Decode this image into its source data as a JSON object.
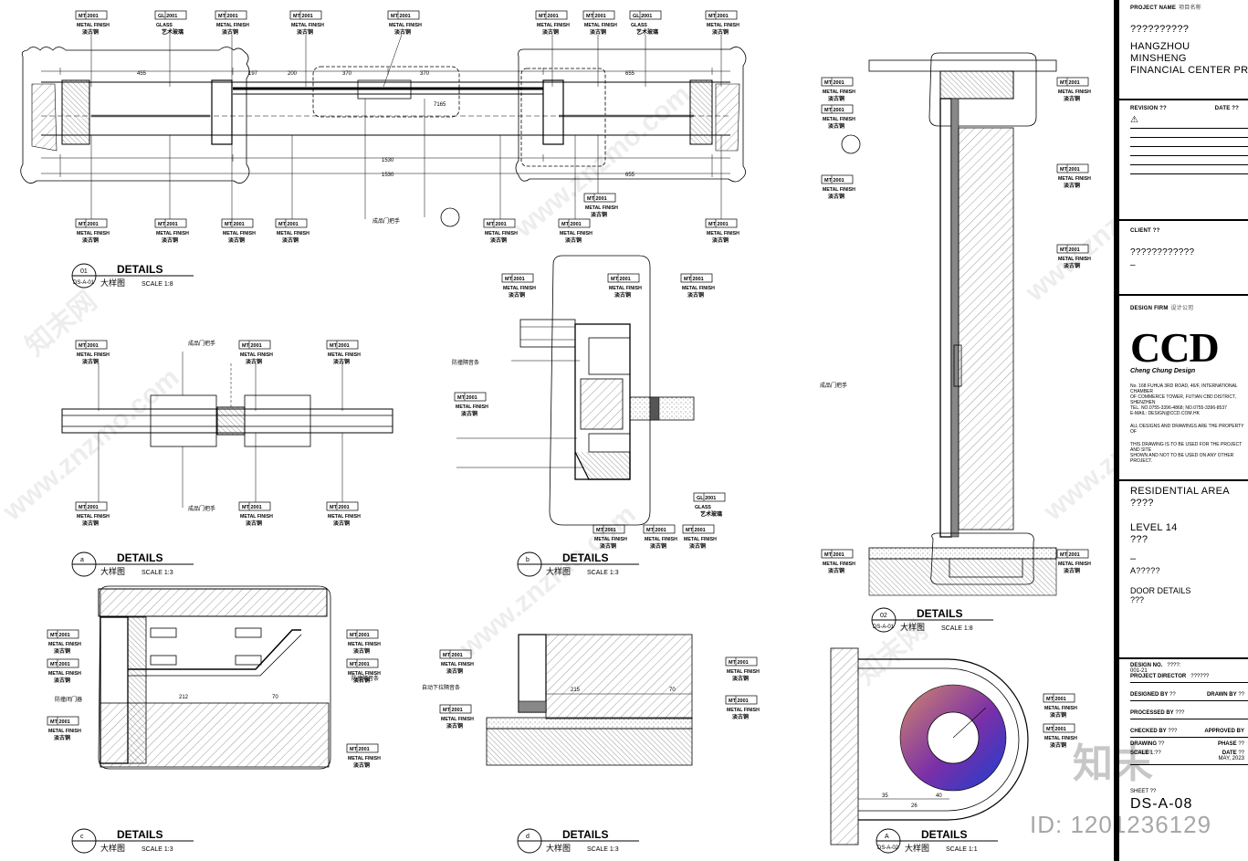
{
  "details": [
    {
      "marker": "01",
      "ref": "DS-A-01",
      "title": "DETAILS",
      "cn": "大样图",
      "scale": "SCALE  1:8"
    },
    {
      "marker": "a",
      "ref": "",
      "title": "DETAILS",
      "cn": "大样图",
      "scale": "SCALE  1:3"
    },
    {
      "marker": "b",
      "ref": "",
      "title": "DETAILS",
      "cn": "大样图",
      "scale": "SCALE  1:3"
    },
    {
      "marker": "c",
      "ref": "",
      "title": "DETAILS",
      "cn": "大样图",
      "scale": "SCALE  1:3"
    },
    {
      "marker": "d",
      "ref": "",
      "title": "DETAILS",
      "cn": "大样图",
      "scale": "SCALE  1:3"
    },
    {
      "marker": "02",
      "ref": "DS-A-01",
      "title": "DETAILS",
      "cn": "大样图",
      "scale": "SCALE  1:8"
    },
    {
      "marker": "A",
      "ref": "DS-A-02",
      "title": "DETAILS",
      "cn": "大样图",
      "scale": "SCALE  1:1"
    }
  ],
  "tags": {
    "mt_code": "MT 2001",
    "mt_name": "METAL FINISH",
    "mt_cn": "淡古铜",
    "gl_code": "GL 2001",
    "gl_name": "GLASS",
    "gl_cn": "艺术玻璃"
  },
  "notes": {
    "handle": "成品门把手",
    "seal": "防撞隔音条",
    "auto": "自动下拉隔音条",
    "door_stop": "防撞闭门器"
  },
  "dims": {
    "d1": "455",
    "d2": "370",
    "d3": "1530",
    "d4": "655",
    "d5": "200",
    "d6": "197",
    "d7": "7165",
    "d8": "212",
    "d9": "70",
    "d10": "215",
    "d11": "26",
    "d12": "40",
    "d13": "35"
  },
  "title_block": {
    "project_label": "PROJECT NAME",
    "project_label_cn": "项目名称",
    "project_cn": "??????????",
    "project_en1": "HANGZHOU MINSHENG",
    "project_en2": "FINANCIAL CENTER PROJECT",
    "revision_label": "REVISION ??",
    "date_label": "DATE ??",
    "client_label": "CLIENT ??",
    "client_value": "????????????",
    "client_dash": "–",
    "firm_label": "DESIGN FIRM",
    "firm_label_cn": "设计公司",
    "firm_logo": "CCD",
    "firm_sub": "Cheng Chung Design",
    "firm_addr1": "No. 168 FUHUA 3RD ROAD, 46/F, INTERNATIONAL CHAMBER",
    "firm_addr2": "OF COMMERCE TOWER, FUTIAN CBD DISTRICT, SHENZHEN",
    "firm_tel": "TEL. NO.0755-3396-4868; NO.0755-3396-8537",
    "firm_mail": "E-MAIL: DESIGN@CCD.COM.HK",
    "firm_note1": "ALL DESIGNS AND DRAWINGS ARE THE PROPERTY OF",
    "firm_note2": "THIS DRAWING IS TO BE USED FOR THE PROJECT AND SITE",
    "firm_note3": "SHOWN AND NOT TO BE USED ON ANY OTHER PROJECT.",
    "area_en": "RESIDENTIAL AREA",
    "area_cn": "????",
    "level_en": "LEVEL 14",
    "level_cn": "???",
    "dash": "–",
    "a_code": "A?????",
    "sheet_en": "DOOR DETAILS",
    "sheet_cn": "???",
    "design_no_label": "DESIGN NO.",
    "design_no": "????:",
    "design_no2": "001-21",
    "director_label": "PROJECT DIRECTOR",
    "director": "??????",
    "designed_label": "DESIGNED BY",
    "designed": "??",
    "drawn_label": "DRAWN BY",
    "drawn": "??",
    "processed_label": "PROCESSED BY",
    "processed": "???",
    "checked_label": "CHECKED BY",
    "checked": "???",
    "approved_label": "APPROVED BY",
    "drawing_label": "DRAWING",
    "drawing": "??",
    "phase_label": "PHASE",
    "phase": "??",
    "scale_label": "SCALE",
    "scale": "1:??",
    "date2_label": "DATE",
    "date2": "??",
    "date2_value": "MAY, 2023",
    "sheet_no": "DS-A-08",
    "sheet_label": "SHEET ??"
  },
  "watermark": {
    "site": "www.znzmo.com",
    "brand": "知末网",
    "corner_logo": "知末",
    "id": "ID: 1201236129"
  },
  "colors": {
    "line": "#000000",
    "hatch": "#555555",
    "ring_a": "#d2886b",
    "ring_b": "#1a3fd1",
    "ring_c": "#7a2fa8"
  }
}
